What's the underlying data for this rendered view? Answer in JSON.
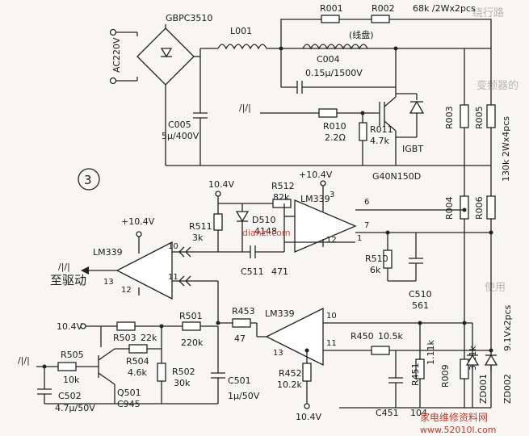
{
  "figure_number": "3",
  "background_text": [
    "绕行路",
    "变频器的",
    "使用"
  ],
  "labels": {
    "bridge": "GBPC3510",
    "mains": "AC220V",
    "l001": "L001",
    "r001": "R001",
    "r002": "R002",
    "r002_note": "68k /2Wx2pcs",
    "coil": "(线盘)",
    "c004": "C004",
    "c004_val": "0.15μ/1500V",
    "c005": "C005",
    "c005_val": "5μ/400V",
    "r010": "R010",
    "r010_val": "2.2Ω",
    "r011": "R011",
    "r011_val": "4.7k",
    "igbt": "IGBT",
    "igbt_part": "G40N150D",
    "r003": "R003",
    "r004": "R004",
    "r005": "R005",
    "r006": "R006",
    "r006_note": "130k 2Wx4pcs",
    "v104_top": "+10.4V",
    "v104_a": "10.4V",
    "r512": "R512",
    "r512_val": "82k",
    "lm339_a": "LM339",
    "pin3": "3",
    "pin6": "6",
    "pin7": "7",
    "pin1": "1",
    "pin12a": "12",
    "r511": "R511",
    "r511_val": "3k",
    "d510": "D510",
    "d510_val": "4148",
    "r510": "R510",
    "r510_val": "6k",
    "c510": "C510",
    "c510_val": "561",
    "c511": "C511",
    "c511_val": "471",
    "v104_b": "+10.4V",
    "lm339_b": "LM339",
    "pin10": "10",
    "pin11": "11",
    "pin13": "13",
    "pin12b": "12",
    "drive": "至驱动",
    "v104_c": "10.4V",
    "r503": "R503",
    "r503_val": "22k",
    "r501": "R501",
    "r501_val": "220k",
    "r453": "R453",
    "r453_val": "47",
    "lm339_c": "LM339",
    "pin10c": "10",
    "pin11c": "11",
    "pin13c": "13",
    "r505": "R505",
    "r505_val": "10k",
    "r504": "R504",
    "r504_val": "4.6k",
    "r502": "R502",
    "r502_val": "30k",
    "c501": "C501",
    "c501_val": "1μ/50V",
    "q501": "Q501",
    "q501_part": "C945",
    "c502": "C502",
    "c502_val": "4.7μ/50V",
    "r452": "R452",
    "r452_val": "10.2k",
    "r450": "R450",
    "r450_val": "10.5k",
    "r451": "R451",
    "r451_val": "1.11k",
    "r009": "R009",
    "r009_val": "3.11k",
    "zd001": "ZD001",
    "zd002": "ZD002",
    "zd_note": "9.1Vx2pcs",
    "c451": "C451",
    "c451_val": "104",
    "v104_bottom": "10.4V"
  },
  "watermark": {
    "top": "家电维修资料网",
    "bottom": "www.52010l.com",
    "center": "dianzi.com"
  }
}
